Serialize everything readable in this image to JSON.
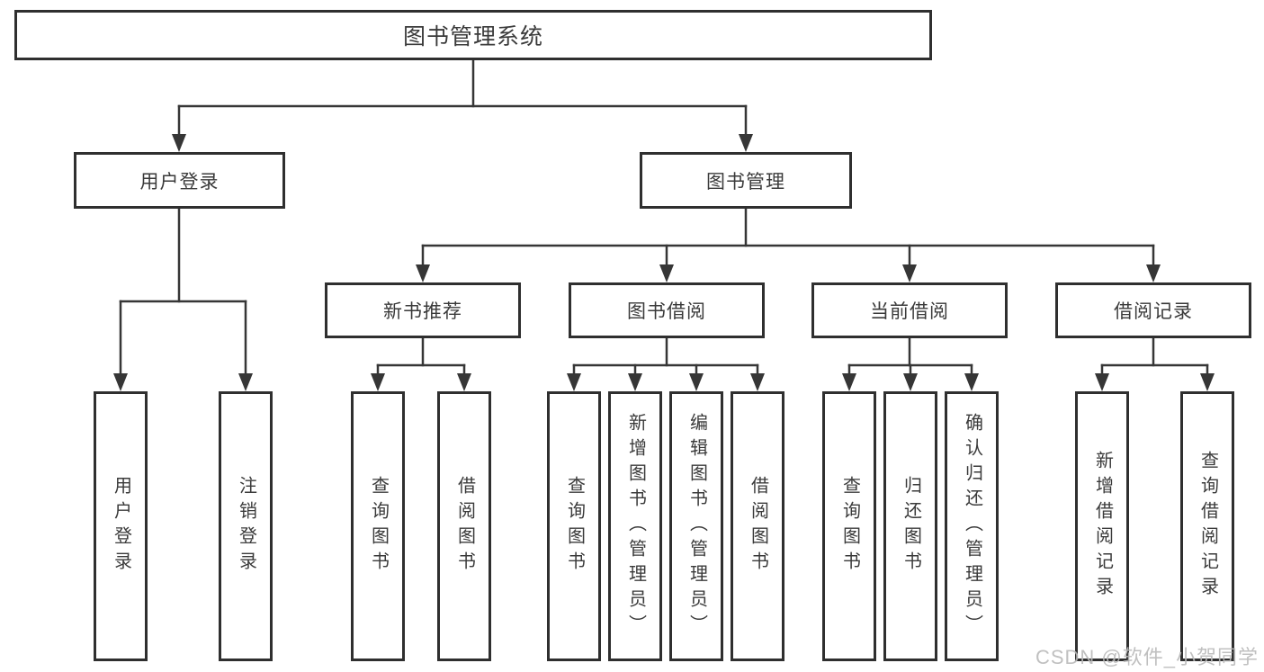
{
  "watermark": {
    "text": "CSDN @软件_小贺同学"
  },
  "colors": {
    "line": "#363636",
    "box_border": "#2f2f2f",
    "text": "#3a3a3a",
    "watermark": "#b9b9b9"
  },
  "tree": {
    "root": {
      "label": "图书管理系统"
    },
    "children": [
      {
        "label": "用户登录",
        "children": [
          {
            "label": "用户登录"
          },
          {
            "label": "注销登录"
          }
        ]
      },
      {
        "label": "图书管理",
        "children": [
          {
            "label": "新书推荐",
            "children": [
              {
                "label": "查询图书"
              },
              {
                "label": "借阅图书"
              }
            ]
          },
          {
            "label": "图书借阅",
            "children": [
              {
                "label": "查询图书"
              },
              {
                "label": "新增图书（管理员）"
              },
              {
                "label": "编辑图书（管理员）"
              },
              {
                "label": "借阅图书"
              }
            ]
          },
          {
            "label": "当前借阅",
            "children": [
              {
                "label": "查询图书"
              },
              {
                "label": "归还图书"
              },
              {
                "label": "确认归还（管理员）"
              }
            ]
          },
          {
            "label": "借阅记录",
            "children": [
              {
                "label": "新增借阅记录"
              },
              {
                "label": "查询借阅记录"
              }
            ]
          }
        ]
      }
    ]
  }
}
